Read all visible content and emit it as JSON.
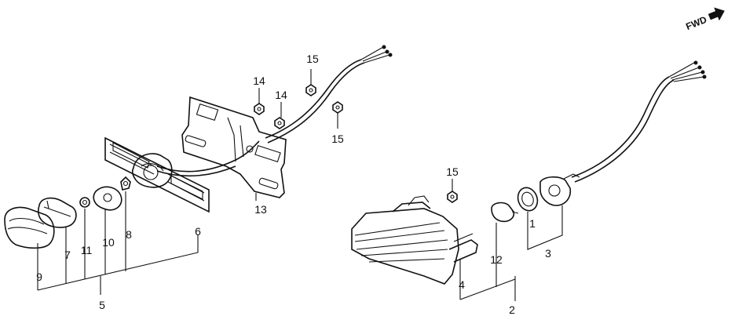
{
  "direction_label": "FWD",
  "labels": {
    "c1": "1",
    "c2": "2",
    "c3": "3",
    "c4": "4",
    "c5": "5",
    "c6": "6",
    "c7": "7",
    "c8": "8",
    "c9": "9",
    "c10": "10",
    "c11": "11",
    "c12": "12",
    "c13": "13",
    "c14a": "14",
    "c14b": "14",
    "c15a": "15",
    "c15b": "15",
    "c15c": "15"
  }
}
